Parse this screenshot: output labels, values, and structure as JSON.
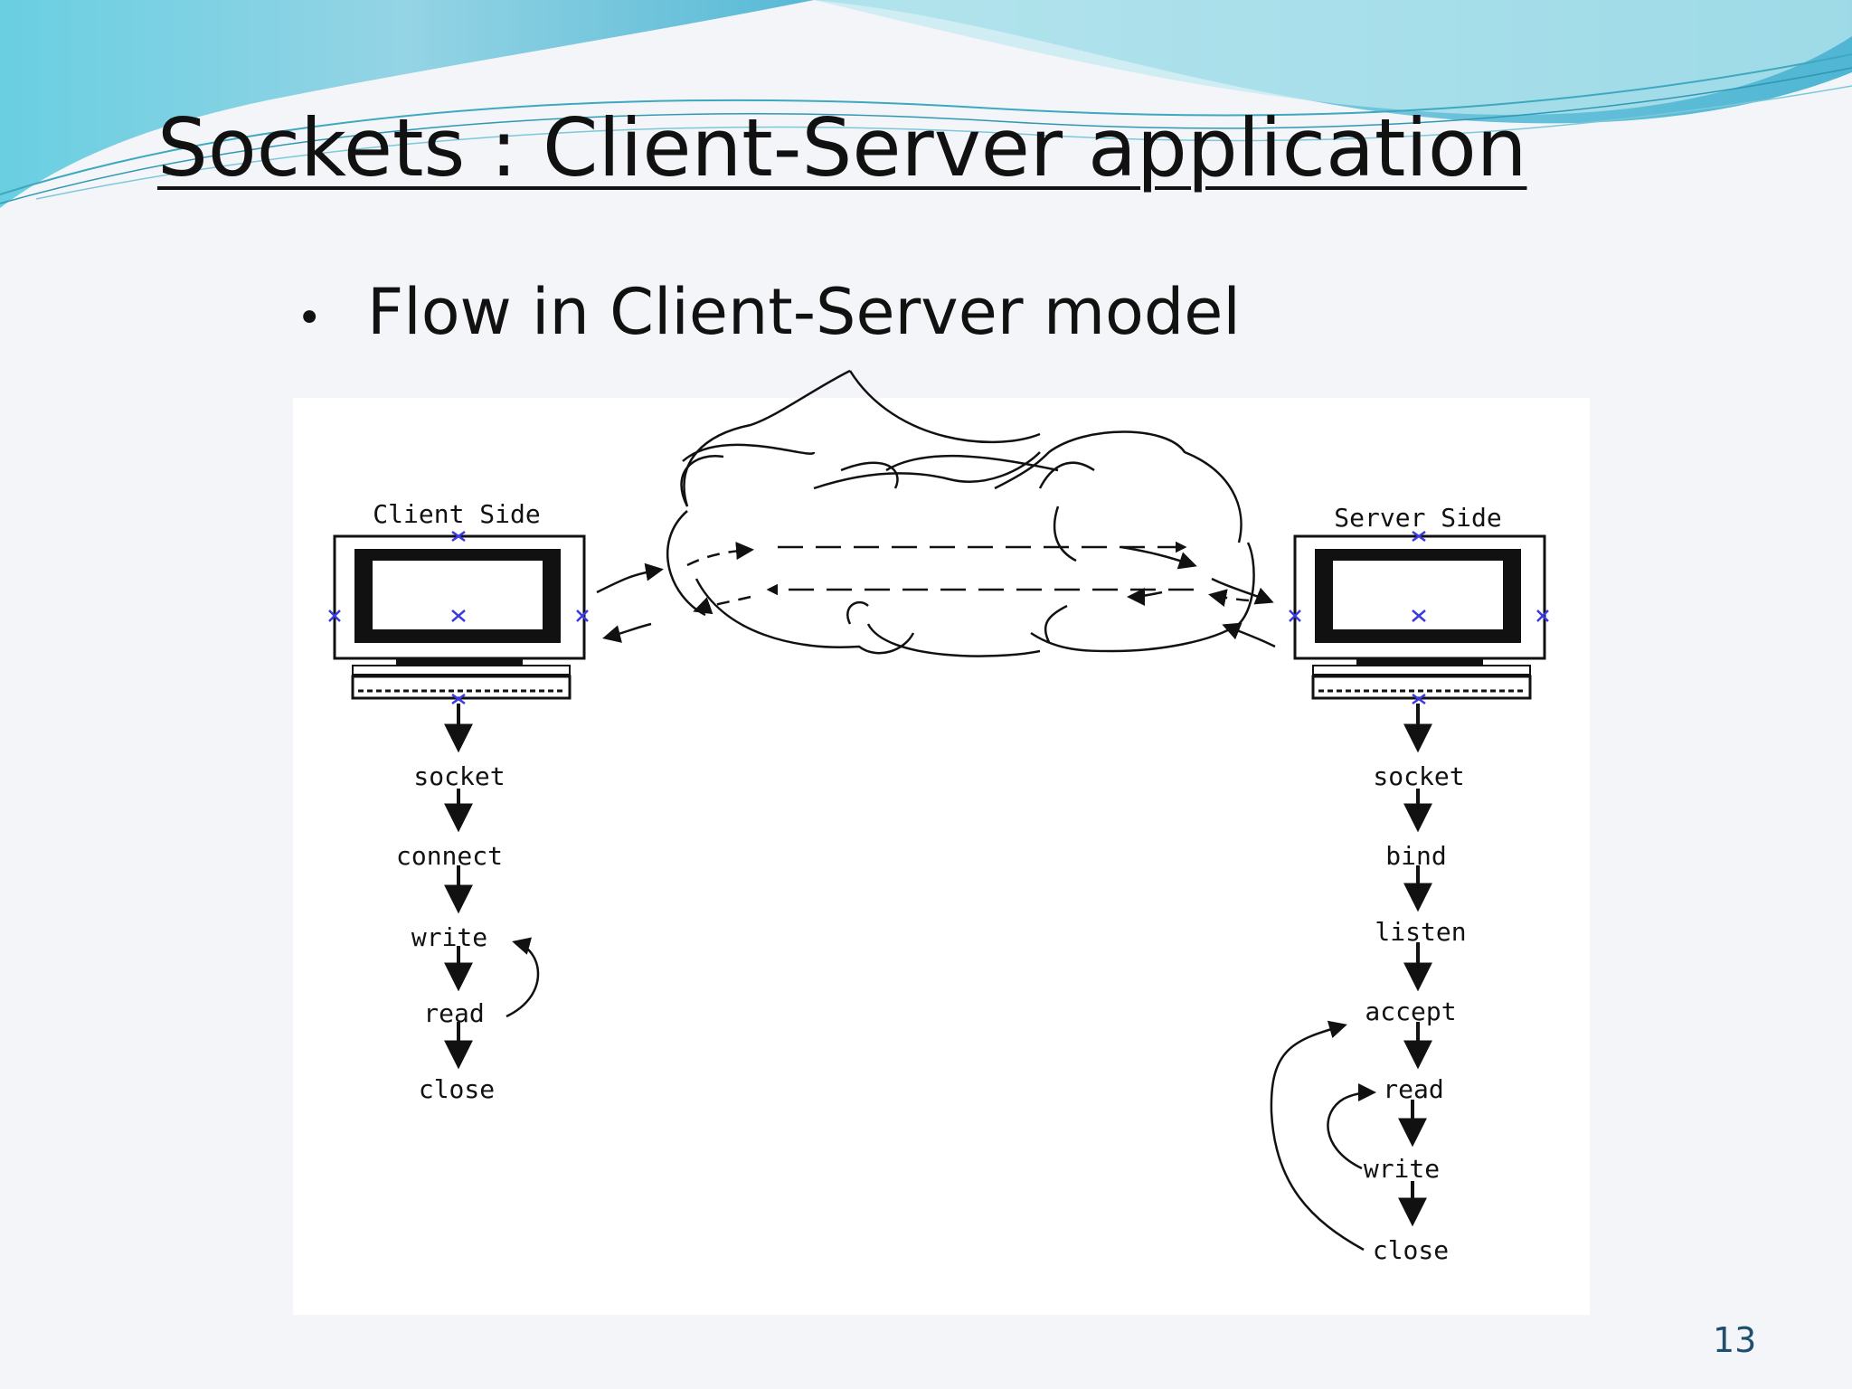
{
  "slide": {
    "title": "Sockets : Client-Server application",
    "bullet": "Flow in Client-Server model",
    "page_number": "13"
  },
  "diagram": {
    "client": {
      "label": "Client Side",
      "steps": [
        "socket",
        "connect",
        "write",
        "read",
        "close"
      ]
    },
    "server": {
      "label": "Server Side",
      "steps": [
        "socket",
        "bind",
        "listen",
        "accept",
        "read",
        "write",
        "close"
      ]
    }
  },
  "colors": {
    "header_dark": "#5cc3d8",
    "header_light": "#a9e3ec",
    "marker_blue": "#3a3ae0",
    "page_number": "#1f4e6e"
  }
}
